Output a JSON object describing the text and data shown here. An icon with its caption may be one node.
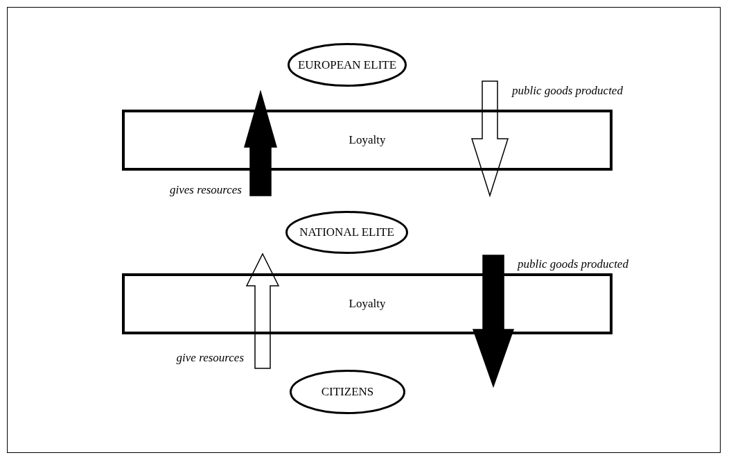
{
  "diagram": {
    "nodes": [
      {
        "text": [
          "EUROPEAN ELITE"
        ]
      },
      {
        "text": [
          "Loyalty"
        ]
      },
      {
        "text": [
          "NATIONAL ELITE"
        ]
      },
      {
        "text": [
          "Loyalty"
        ]
      },
      {
        "text": [
          "CITIZENS"
        ]
      }
    ],
    "edges": [
      {
        "from": 2,
        "to": 0,
        "arrow": "to",
        "label": "gives resources",
        "style": "thick"
      },
      {
        "from": 0,
        "to": 2,
        "arrow": "to",
        "label": "public goods producted"
      },
      {
        "from": 4,
        "to": 2,
        "arrow": "to",
        "label": "give resources"
      },
      {
        "from": 2,
        "to": 4,
        "arrow": "to",
        "label": "public goods producted",
        "style": "thick"
      }
    ]
  }
}
